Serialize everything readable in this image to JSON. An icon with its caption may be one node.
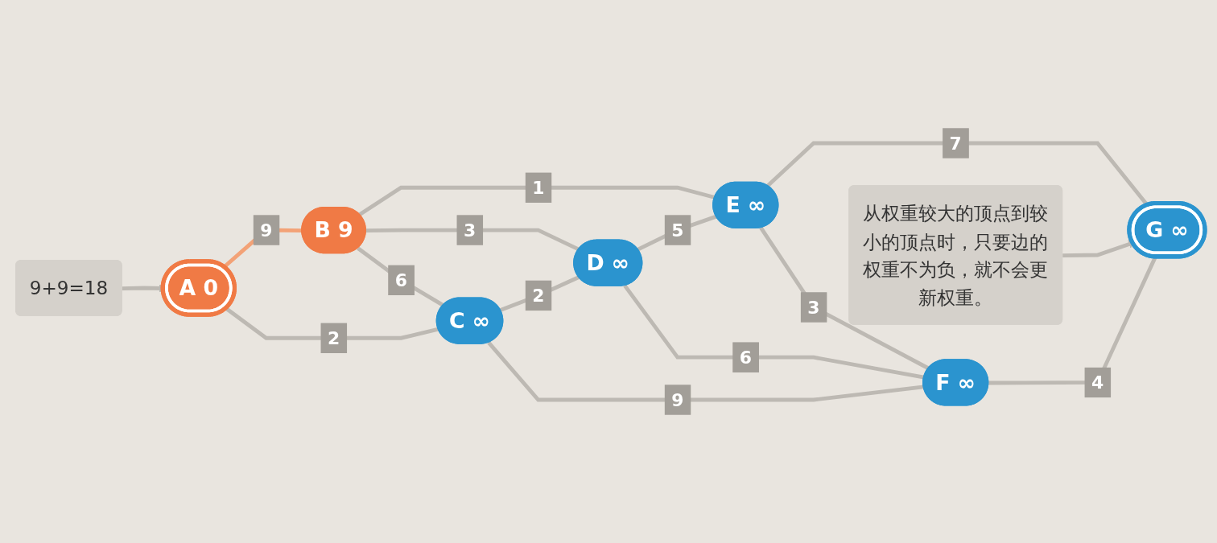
{
  "diagram": {
    "nodes": [
      {
        "text": [
          "B 9"
        ]
      },
      {
        "text": [
          "E ∞"
        ]
      },
      {
        "text": [
          "从权重较大的顶点到较小的顶点时，只要边的权重不为负，就不会更新权重。"
        ]
      },
      {
        "text": [
          "9+9=18"
        ]
      },
      {
        "text": [
          "A 0"
        ]
      },
      {
        "text": [
          "D ∞"
        ]
      },
      {
        "text": [
          "G ∞"
        ]
      },
      {
        "text": [
          "C ∞"
        ]
      },
      {
        "text": [
          "F ∞"
        ]
      }
    ],
    "edges": [
      {
        "from": 0,
        "to": 1,
        "arrow": "none",
        "label": "1"
      },
      {
        "from": 4,
        "to": 0,
        "arrow": "none",
        "label": "9",
        "color": "#f3a277"
      },
      {
        "from": 0,
        "to": 7,
        "arrow": "none",
        "label": "6"
      },
      {
        "from": 0,
        "to": 5,
        "arrow": "none",
        "label": "3"
      },
      {
        "from": 5,
        "to": 1,
        "arrow": "none",
        "label": "5"
      },
      {
        "from": 1,
        "to": 8,
        "arrow": "none",
        "label": "3"
      },
      {
        "from": 1,
        "to": 6,
        "arrow": "none",
        "label": "7"
      },
      {
        "from": 2,
        "to": 6,
        "arrow": "to"
      },
      {
        "from": 3,
        "to": 4,
        "arrow": "to"
      },
      {
        "from": 4,
        "to": 7,
        "arrow": "none",
        "label": "2"
      },
      {
        "from": 7,
        "to": 5,
        "arrow": "none",
        "label": "2"
      },
      {
        "from": 5,
        "to": 8,
        "arrow": "none",
        "label": "6"
      },
      {
        "from": 8,
        "to": 6,
        "arrow": "none",
        "label": "4"
      },
      {
        "from": 7,
        "to": 8,
        "arrow": "none",
        "label": "9"
      }
    ]
  }
}
